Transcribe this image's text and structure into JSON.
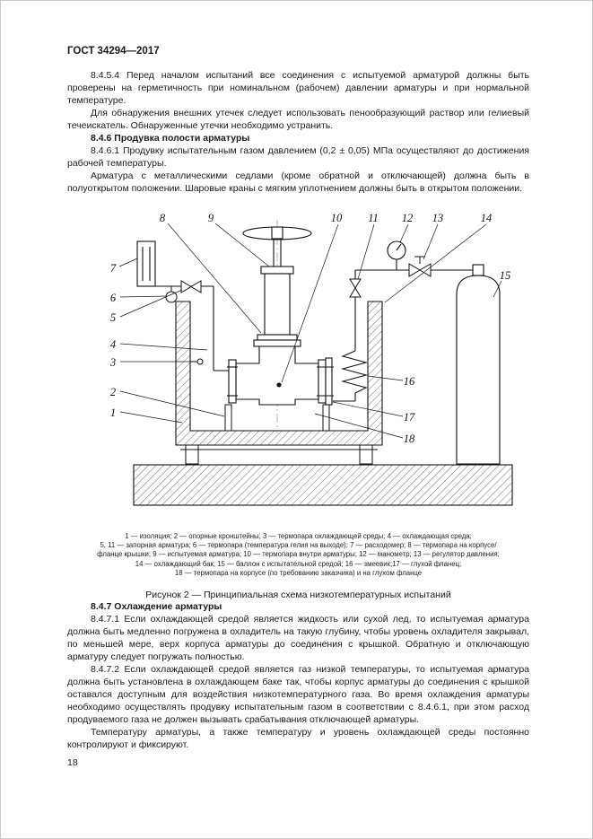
{
  "colors": {
    "ink": "#1a1a1a",
    "paper": "#ffffff"
  },
  "header": {
    "doc_number": "ГОСТ 34294—2017"
  },
  "content": {
    "p_8454": "8.4.5.4 Перед началом испытаний все соединения с испытуемой арматурой должны быть проверены на герметичность при номинальном (рабочем) давлении арматуры и при нормальной температуре.",
    "p_leak": "Для обнаружения внешних утечек следует использовать пенообразующий раствор или гелиевый течеискатель. Обнаруженные утечки необходимо устранить.",
    "h_846": "8.4.6 Продувка полости арматуры",
    "p_8461": "8.4.6.1 Продувку испытательным газом давлением (0,2 ± 0,05) МПа осуществляют до достижения рабочей температуры.",
    "p_seats": "Арматура с металлическими седлами (кроме обратной и отключающей) должна быть в полуоткрытом положении. Шаровые краны с мягким уплотнением должны быть в открытом положении.",
    "h_847": "8.4.7 Охлаждение арматуры",
    "p_8471": "8.4.7.1 Если охлаждающей средой является жидкость или сухой лед, то испытуемая арматура должна быть медленно погружена в охладитель на такую глубину, чтобы уровень охладителя закрывал, по меньшей мере, верх корпуса арматуры до соединения с крышкой. Обратную и отключающую арматуру следует погружать полностью.",
    "p_8472": "8.4.7.2 Если охлаждающей средой является газ низкой температуры, то испытуемая арматура должна быть установлена в охлаждающем баке так, чтобы корпус арматуры до соединения с крышкой оставался доступным для воздействия низкотемпературного газа. Во время охлаждения арматуры необходимо осуществлять продувку испытательным газом в соответствии с 8.4.6.1, при этом расход продуваемого газа не должен вызывать срабатывания отключающей арматуры.",
    "p_temp": "Температуру арматуры, а также температуру и уровень охлаждающей среды постоянно контролируют и фиксируют."
  },
  "figure": {
    "legend_lines": [
      "1 — изоляция; 2 — опорные кронштейны; 3 — термопара охлаждающей среды; 4 — охлаждающая среда;",
      "5, 11 — запорная арматура; 6 — термопара (температура гелия на выходе); 7 — расходомер; 8 — термопара на корпусе/",
      "фланце крышки; 9 — испытуемая арматура; 10 — термопара внутри арматуры; 12 — манометр; 13 — регулятор давления;",
      "14 — охлаждающий бак; 15 — баллон с испытательной средой; 16 — змеевик;17 — глухой фланец;",
      "18 — термопара на корпусе (по требованию заказчика) и на глухом фланце"
    ],
    "caption": "Рисунок 2 — Принципиальная схема низкотемпературных испытаний",
    "callouts": {
      "n1": "1",
      "n2": "2",
      "n3": "3",
      "n4": "4",
      "n5": "5",
      "n6": "6",
      "n7": "7",
      "n8": "8",
      "n9": "9",
      "n10": "10",
      "n11": "11",
      "n12": "12",
      "n13": "13",
      "n14": "14",
      "n15": "15",
      "n16": "16",
      "n17": "17",
      "n18": "18"
    }
  },
  "footer": {
    "page_number": "18"
  }
}
